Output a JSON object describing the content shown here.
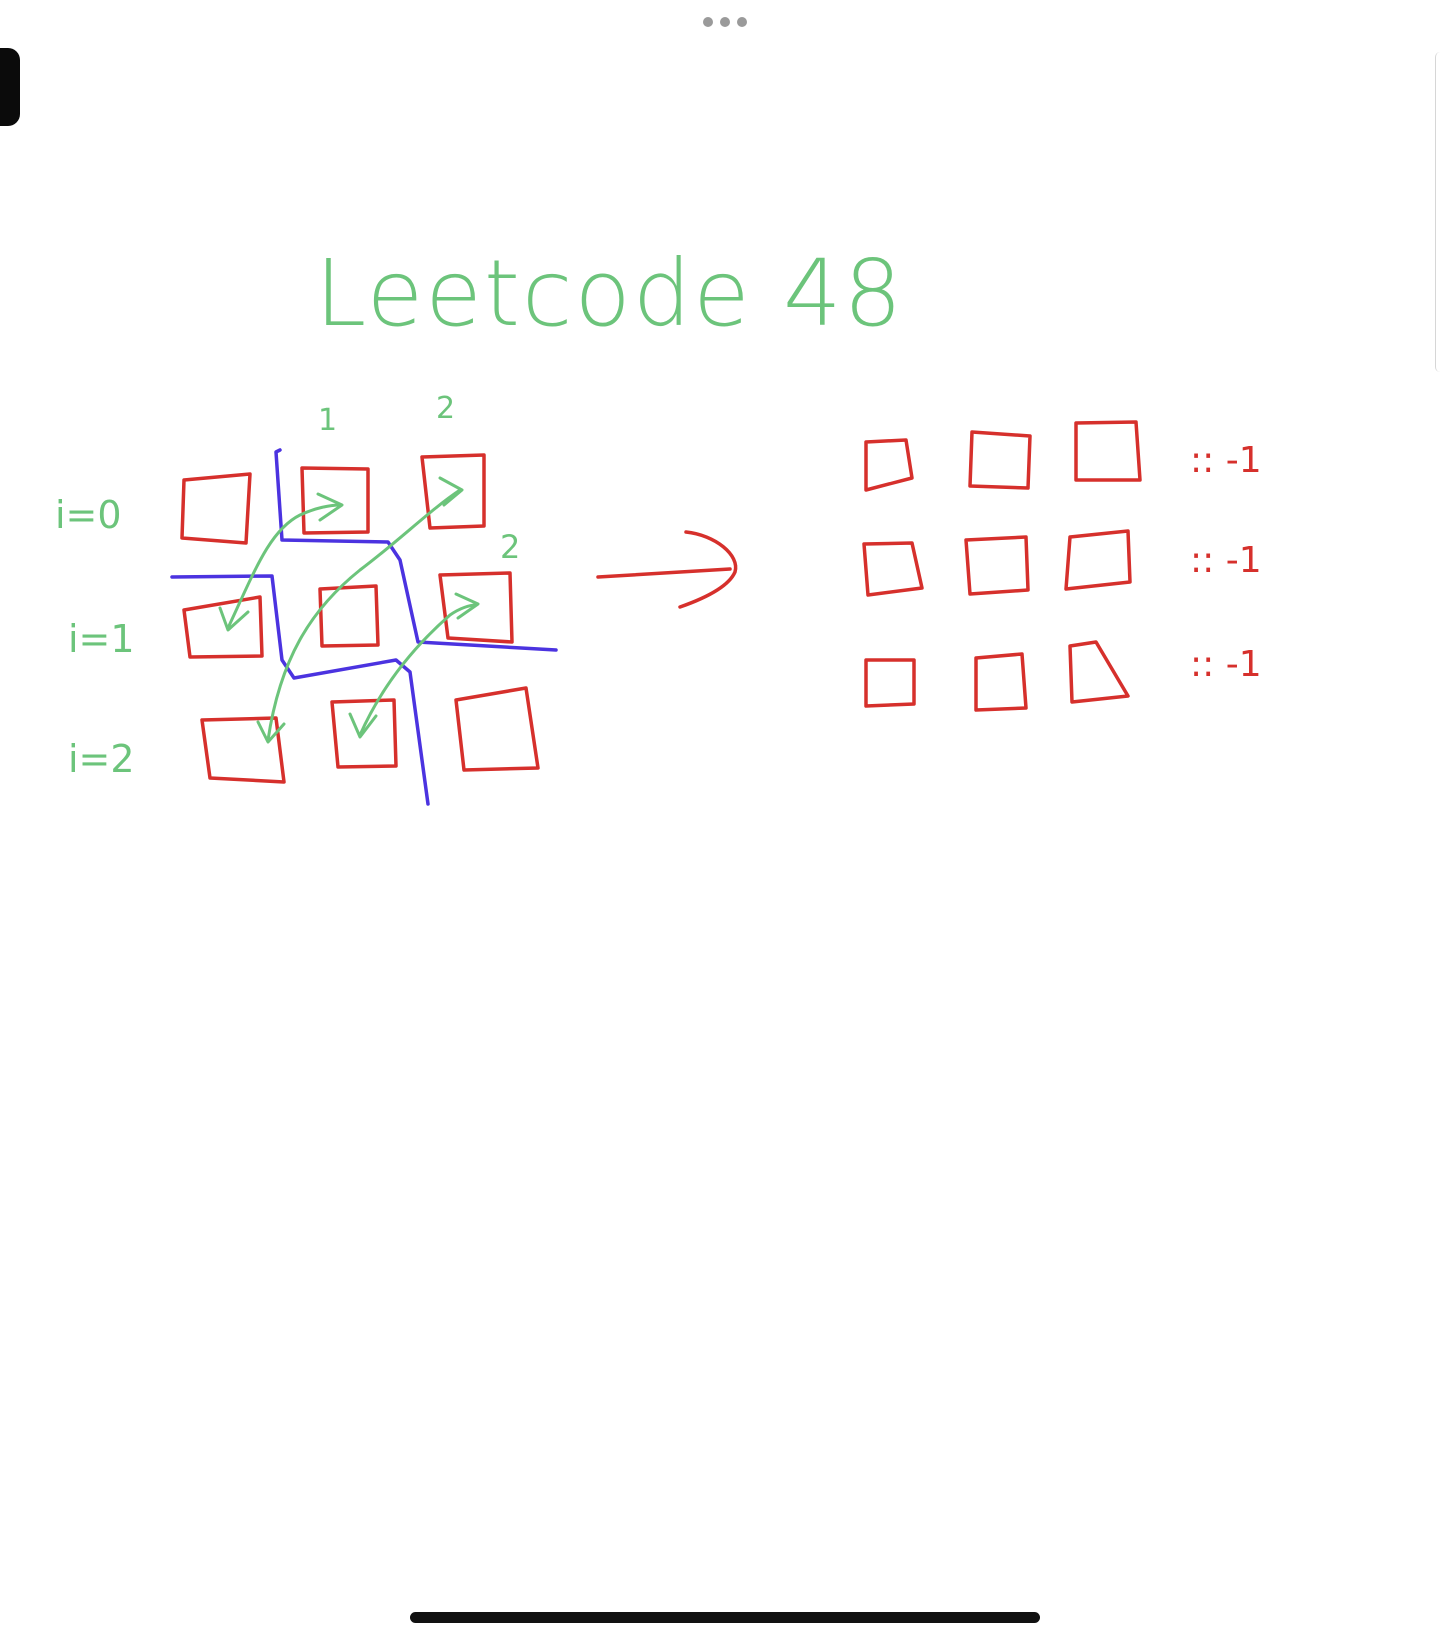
{
  "window": {
    "multitask_handle": "more-dots-icon",
    "home_indicator": "home-indicator"
  },
  "note": {
    "title": "Leetcode 48",
    "column_labels": [
      "1",
      "2"
    ],
    "row_labels": [
      "i=0",
      "i=1",
      "i=2"
    ],
    "inner_label": "2",
    "result_row_annotations": [
      ":: -1",
      ":: -1",
      ":: -1"
    ]
  },
  "colors": {
    "green_ink": "#6cc47b",
    "red_ink": "#d6302c",
    "blue_ink": "#4b33e0"
  }
}
